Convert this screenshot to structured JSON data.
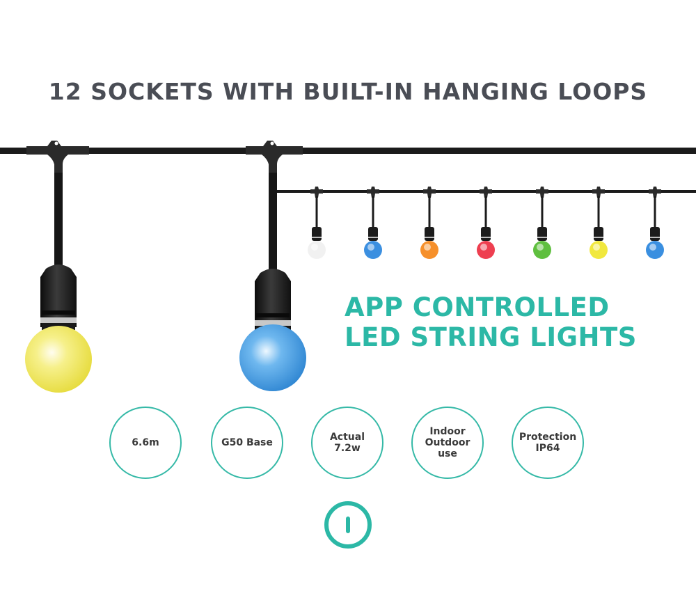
{
  "title": "12 SOCKETS WITH BUILT-IN HANGING LOOPS",
  "headline": {
    "line1": "APP CONTROLLED",
    "line2": "LED STRING LIGHTS"
  },
  "features": [
    {
      "label": "6.6m"
    },
    {
      "label": "G50 Base"
    },
    {
      "label": "Actual\n7.2w"
    },
    {
      "label": "Indoor\nOutdoor\nuse"
    },
    {
      "label": "Protection\nIP64"
    }
  ],
  "colors": {
    "accent": "#2cb8a6",
    "title": "#4a4d55",
    "cable": "#1b1b1b",
    "bulb_yellow": "#f3ea5e",
    "bulb_blue": "#3c97de",
    "small_bulbs": [
      "#f1f1f1",
      "#3b8fe0",
      "#f6902b",
      "#ee3f50",
      "#5fbf3f",
      "#f1e83e",
      "#3a8fe0"
    ]
  },
  "icons": {
    "power": "power-icon"
  }
}
